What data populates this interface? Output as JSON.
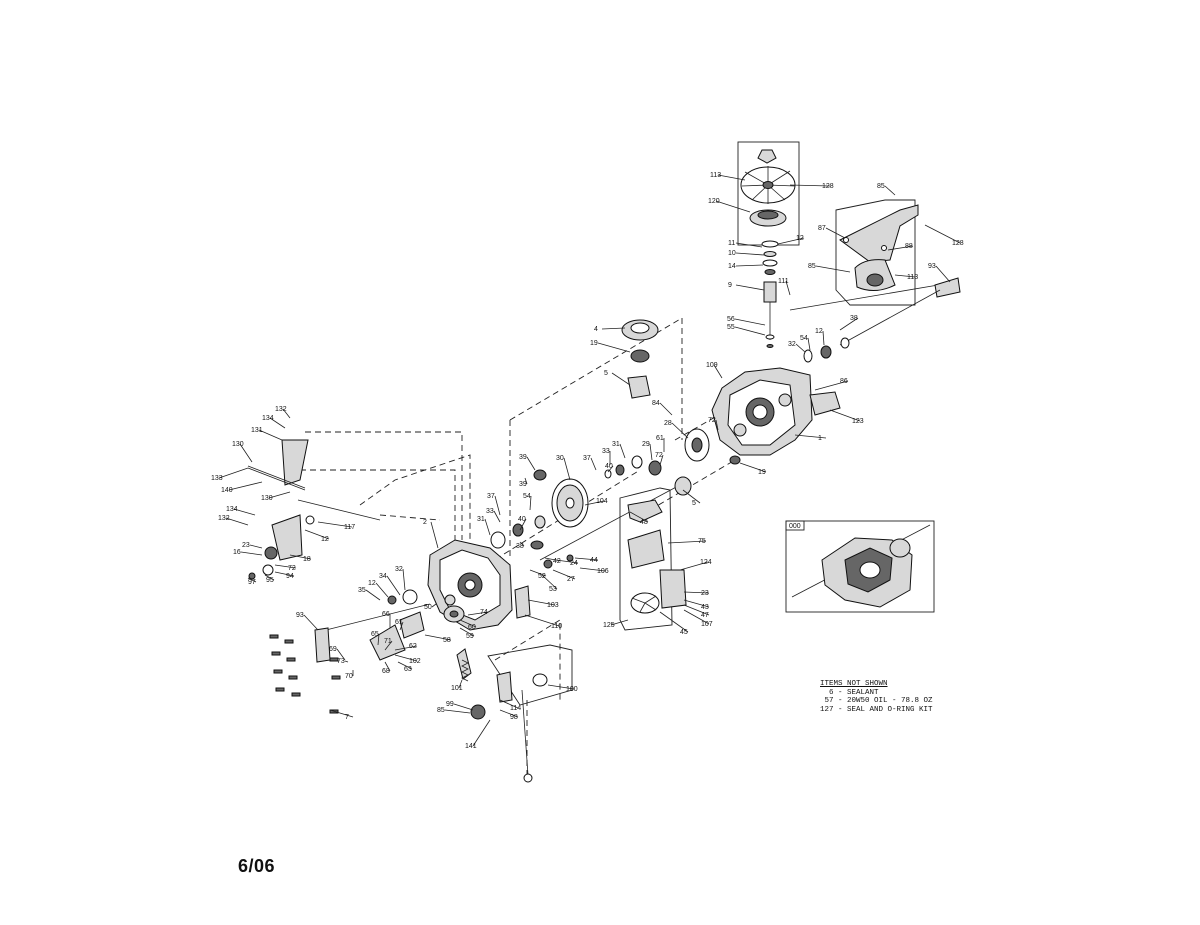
{
  "page_stamp": "6/06",
  "items_not_shown": {
    "title": "ITEMS NOT SHOWN",
    "lines": [
      "  6 - SEALANT",
      " 57 - 20W50 OIL - 78.8 OZ",
      "127 - SEAL AND O-RING KIT"
    ]
  },
  "inset_label": "000",
  "callouts": [
    {
      "label": "113"
    },
    {
      "label": "128"
    },
    {
      "label": "120"
    },
    {
      "label": "12"
    },
    {
      "label": "11"
    },
    {
      "label": "10"
    },
    {
      "label": "14"
    },
    {
      "label": "9"
    },
    {
      "label": "56"
    },
    {
      "label": "55"
    },
    {
      "label": "85"
    },
    {
      "label": "128"
    },
    {
      "label": "87"
    },
    {
      "label": "88"
    },
    {
      "label": "85"
    },
    {
      "label": "113"
    },
    {
      "label": "93"
    },
    {
      "label": "111"
    },
    {
      "label": "38"
    },
    {
      "label": "12"
    },
    {
      "label": "54"
    },
    {
      "label": "32"
    },
    {
      "label": "109"
    },
    {
      "label": "86"
    },
    {
      "label": "123"
    },
    {
      "label": "1"
    },
    {
      "label": "4"
    },
    {
      "label": "19"
    },
    {
      "label": "5"
    },
    {
      "label": "84"
    },
    {
      "label": "28"
    },
    {
      "label": "72"
    },
    {
      "label": "19"
    },
    {
      "label": "29"
    },
    {
      "label": "31"
    },
    {
      "label": "33"
    },
    {
      "label": "37"
    },
    {
      "label": "40"
    },
    {
      "label": "30"
    },
    {
      "label": "39"
    },
    {
      "label": "61"
    },
    {
      "label": "72"
    },
    {
      "label": "5"
    },
    {
      "label": "48"
    },
    {
      "label": "75"
    },
    {
      "label": "124"
    },
    {
      "label": "23"
    },
    {
      "label": "43"
    },
    {
      "label": "47"
    },
    {
      "label": "107"
    },
    {
      "label": "45"
    },
    {
      "label": "125"
    },
    {
      "label": "104"
    },
    {
      "label": "106"
    },
    {
      "label": "44"
    },
    {
      "label": "24"
    },
    {
      "label": "27"
    },
    {
      "label": "53"
    },
    {
      "label": "52"
    },
    {
      "label": "42"
    },
    {
      "label": "103"
    },
    {
      "label": "110"
    },
    {
      "label": "37"
    },
    {
      "label": "33"
    },
    {
      "label": "31"
    },
    {
      "label": "39"
    },
    {
      "label": "54"
    },
    {
      "label": "40"
    },
    {
      "label": "38"
    },
    {
      "label": "2"
    },
    {
      "label": "117"
    },
    {
      "label": "12"
    },
    {
      "label": "132"
    },
    {
      "label": "134"
    },
    {
      "label": "131"
    },
    {
      "label": "130"
    },
    {
      "label": "133"
    },
    {
      "label": "140"
    },
    {
      "label": "130"
    },
    {
      "label": "134"
    },
    {
      "label": "132"
    },
    {
      "label": "23"
    },
    {
      "label": "16"
    },
    {
      "label": "72"
    },
    {
      "label": "18"
    },
    {
      "label": "94"
    },
    {
      "label": "95"
    },
    {
      "label": "97"
    },
    {
      "label": "32"
    },
    {
      "label": "34"
    },
    {
      "label": "12"
    },
    {
      "label": "35"
    },
    {
      "label": "50"
    },
    {
      "label": "60"
    },
    {
      "label": "59"
    },
    {
      "label": "74"
    },
    {
      "label": "93"
    },
    {
      "label": "66"
    },
    {
      "label": "61"
    },
    {
      "label": "58"
    },
    {
      "label": "65"
    },
    {
      "label": "71"
    },
    {
      "label": "62"
    },
    {
      "label": "102"
    },
    {
      "label": "69"
    },
    {
      "label": "73"
    },
    {
      "label": "68"
    },
    {
      "label": "63"
    },
    {
      "label": "70"
    },
    {
      "label": "101"
    },
    {
      "label": "114"
    },
    {
      "label": "100"
    },
    {
      "label": "99"
    },
    {
      "label": "98"
    },
    {
      "label": "85"
    },
    {
      "label": "141"
    },
    {
      "label": "7"
    }
  ]
}
